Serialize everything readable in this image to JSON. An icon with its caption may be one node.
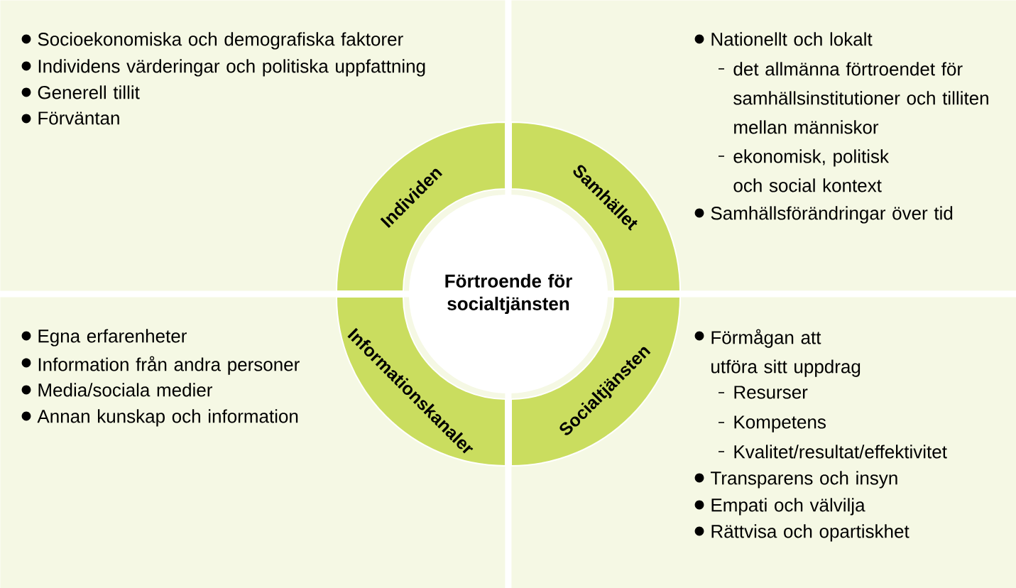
{
  "diagram": {
    "nodes": [
      {
        "text": [
          "Socioekonomiska och demografiska faktorer",
          "Individens värderingar och politiska uppfattning",
          "Generell tillit",
          "Förväntan"
        ]
      },
      {
        "text": [
          "Nationellt och lokalt",
          "det allmänna förtroendet för samhällsinstitutioner och tilliten mellan människor",
          "ekonomisk, politisk och social kontext",
          "Samhällsförändringar över tid"
        ]
      },
      {
        "text": [
          "Egna erfarenheter",
          "Information från andra personer",
          "Media/sociala medier",
          "Annan kunskap och information"
        ]
      },
      {
        "text": [
          "Förmågan att utföra sitt uppdrag",
          "Resurser",
          "Kompetens",
          "Kvalitet/resultat/effektivitet",
          "Transparens och insyn",
          "Empati och välvilja",
          "Rättvisa och opartiskhet"
        ]
      },
      {
        "text": [
          "Individen"
        ],
        "in": 0
      },
      {
        "text": [
          "Samhället"
        ],
        "in": 1
      },
      {
        "text": [
          "Socialtjänsten"
        ],
        "in": 3
      },
      {
        "text": [
          "Informationskanaler"
        ],
        "in": 2
      },
      {
        "text": [
          "Förtroende för socialtjänsten"
        ]
      }
    ]
  }
}
